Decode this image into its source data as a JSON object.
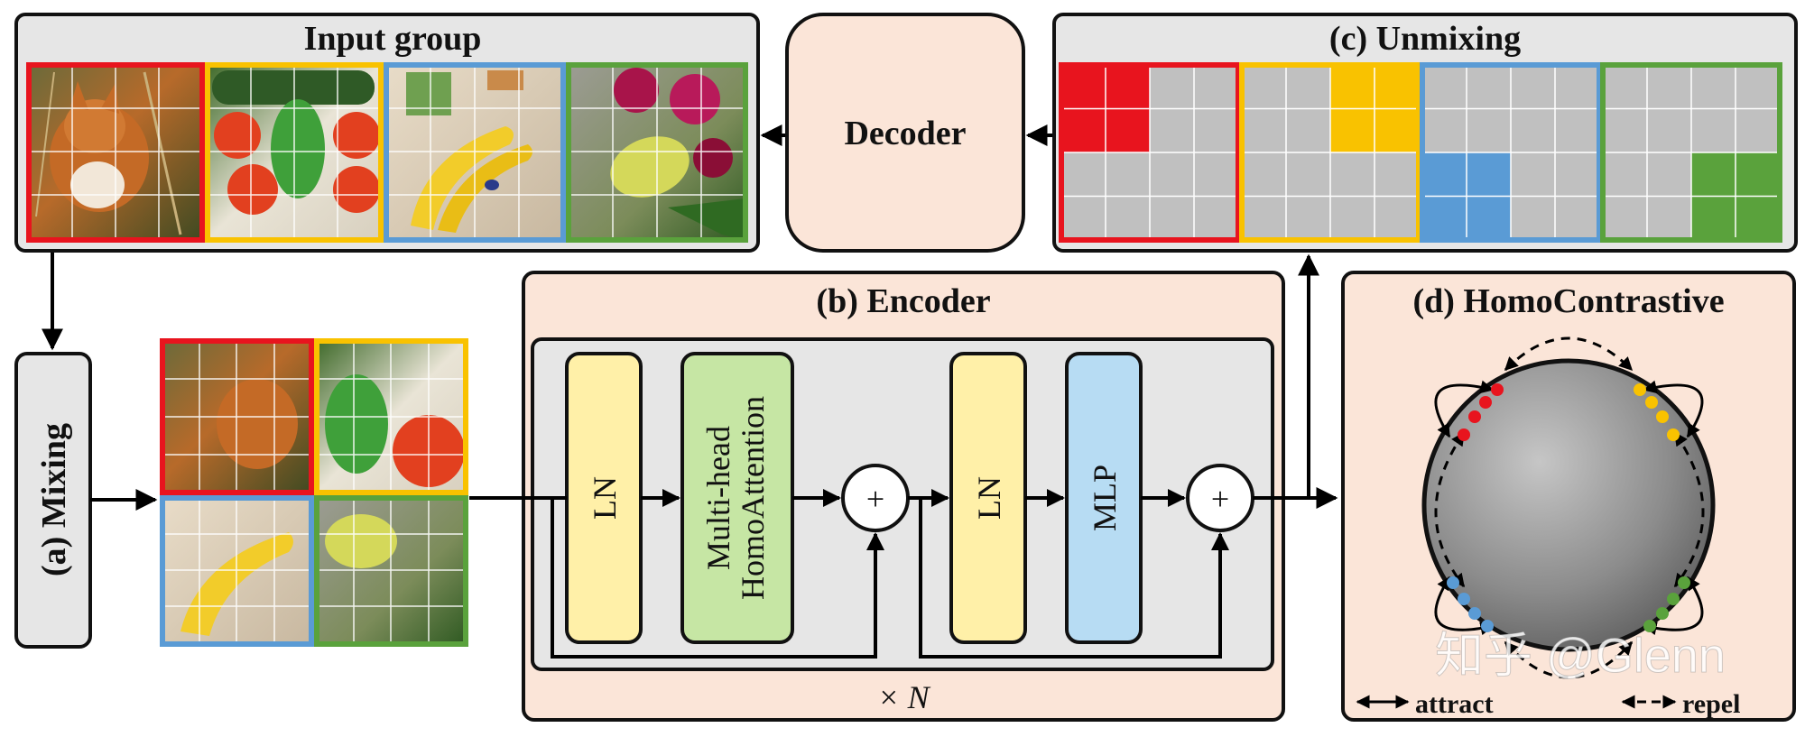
{
  "panels": {
    "input_group": "Input group",
    "decoder": "Decoder",
    "unmixing": "(c) Unmixing",
    "mixing": "(a) Mixing",
    "encoder": "(b) Encoder",
    "homocontrastive": "(d) HomoContrastive"
  },
  "encoder_blocks": {
    "ln1": "LN",
    "attention_line1": "Multi-head",
    "attention_line2": "HomoAttention",
    "add1": "+",
    "ln2": "LN",
    "mlp": "MLP",
    "add2": "+",
    "repeat": "× N"
  },
  "legend": {
    "attract": "attract",
    "repeal": "repel"
  },
  "watermark": "知乎 @Glenn",
  "colors": {
    "red": "#e8141e",
    "yellow": "#f9c200",
    "blue": "#5a9bd5",
    "green": "#5aa23c",
    "panel_bg": "#fbe5d8",
    "gray_panel": "#e6e6e6",
    "ln_fill": "#fff0a8",
    "attention_fill": "#c6e6a4",
    "mlp_fill": "#b7dcf3"
  },
  "images": [
    {
      "name": "fox",
      "group": "red"
    },
    {
      "name": "vegetables",
      "group": "yellow"
    },
    {
      "name": "bananas",
      "group": "blue"
    },
    {
      "name": "butterfly-flowers",
      "group": "green"
    }
  ],
  "unmixing_masks": [
    {
      "group": "red",
      "filled_quadrant": "top-left"
    },
    {
      "group": "yellow",
      "filled_quadrant": "top-right"
    },
    {
      "group": "blue",
      "filled_quadrant": "bottom-left"
    },
    {
      "group": "green",
      "filled_quadrant": "bottom-right"
    }
  ]
}
